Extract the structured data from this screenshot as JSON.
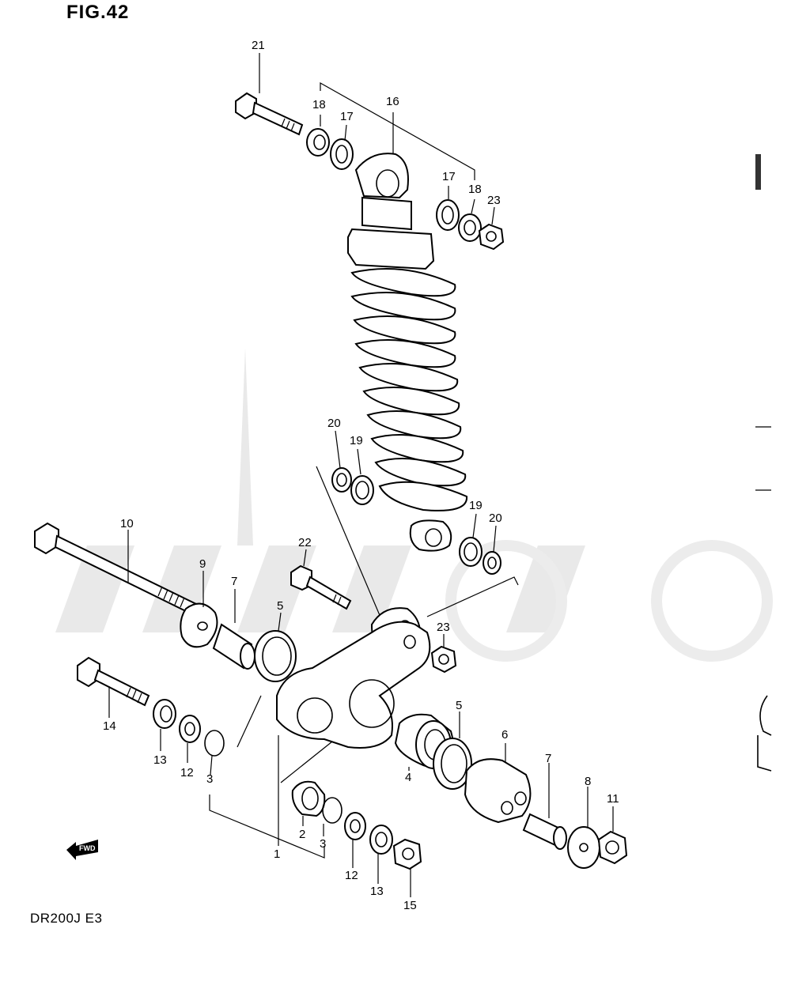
{
  "figure_label": "FIG.42",
  "model_label": "DR200J E3",
  "fwd_label": "FWD",
  "parts": {
    "p1": "1",
    "p2": "2",
    "p3a": "3",
    "p3b": "3",
    "p4": "4",
    "p5a": "5",
    "p5b": "5",
    "p6": "6",
    "p7a": "7",
    "p7b": "7",
    "p8": "8",
    "p9": "9",
    "p10": "10",
    "p11": "11",
    "p12a": "12",
    "p12b": "12",
    "p13a": "13",
    "p13b": "13",
    "p14": "14",
    "p15": "15",
    "p16": "16",
    "p17a": "17",
    "p17b": "17",
    "p18a": "18",
    "p18b": "18",
    "p19a": "19",
    "p19b": "19",
    "p20a": "20",
    "p20b": "20",
    "p21": "21",
    "p22": "22",
    "p23a": "23",
    "p23b": "23"
  }
}
